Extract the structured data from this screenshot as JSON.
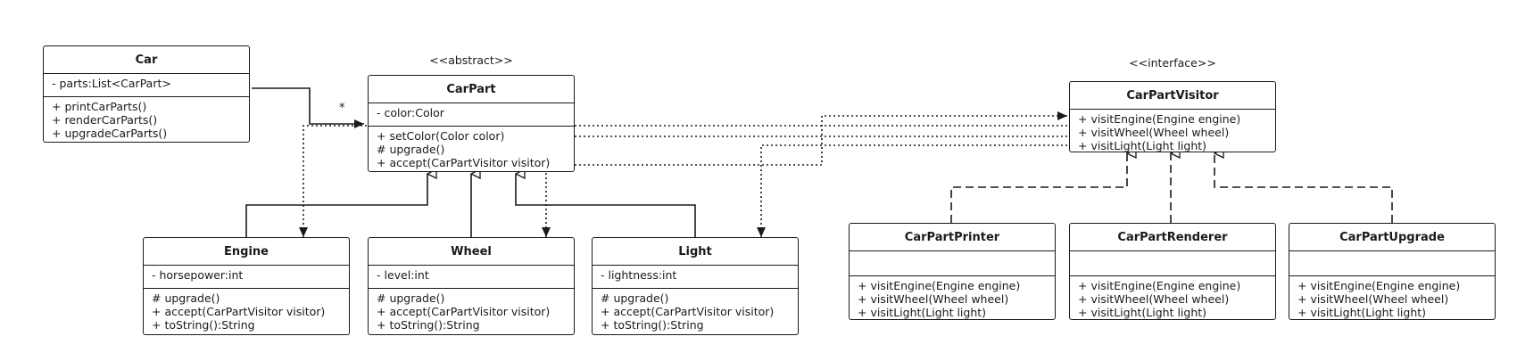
{
  "diagram": {
    "multiplicity": "*",
    "classes": {
      "car": {
        "name": "Car",
        "attributes": [
          "- parts:List<CarPart>"
        ],
        "methods": [
          "+ printCarParts()",
          "+ renderCarParts()",
          "+ upgradeCarParts()"
        ]
      },
      "carpart": {
        "stereotype": "<<abstract>>",
        "name": "CarPart",
        "attributes": [
          "- color:Color"
        ],
        "methods": [
          "+ setColor(Color color)",
          "# upgrade()",
          "+ accept(CarPartVisitor visitor)"
        ]
      },
      "engine": {
        "name": "Engine",
        "attributes": [
          "- horsepower:int"
        ],
        "methods": [
          "# upgrade()",
          "+ accept(CarPartVisitor visitor)",
          "+ toString():String"
        ]
      },
      "wheel": {
        "name": "Wheel",
        "attributes": [
          "- level:int"
        ],
        "methods": [
          "# upgrade()",
          "+ accept(CarPartVisitor visitor)",
          "+ toString():String"
        ]
      },
      "light": {
        "name": "Light",
        "attributes": [
          "- lightness:int"
        ],
        "methods": [
          "# upgrade()",
          "+ accept(CarPartVisitor visitor)",
          "+ toString():String"
        ]
      },
      "visitor": {
        "stereotype": "<<interface>>",
        "name": "CarPartVisitor",
        "methods": [
          "+ visitEngine(Engine engine)",
          "+ visitWheel(Wheel wheel)",
          "+ visitLight(Light light)"
        ]
      },
      "printer": {
        "name": "CarPartPrinter",
        "methods": [
          "+ visitEngine(Engine engine)",
          "+ visitWheel(Wheel wheel)",
          "+ visitLight(Light light)"
        ]
      },
      "renderer": {
        "name": "CarPartRenderer",
        "methods": [
          "+ visitEngine(Engine engine)",
          "+ visitWheel(Wheel wheel)",
          "+ visitLight(Light light)"
        ]
      },
      "upgrade": {
        "name": "CarPartUpgrade",
        "methods": [
          "+ visitEngine(Engine engine)",
          "+ visitWheel(Wheel wheel)",
          "+ visitLight(Light light)"
        ]
      }
    }
  }
}
